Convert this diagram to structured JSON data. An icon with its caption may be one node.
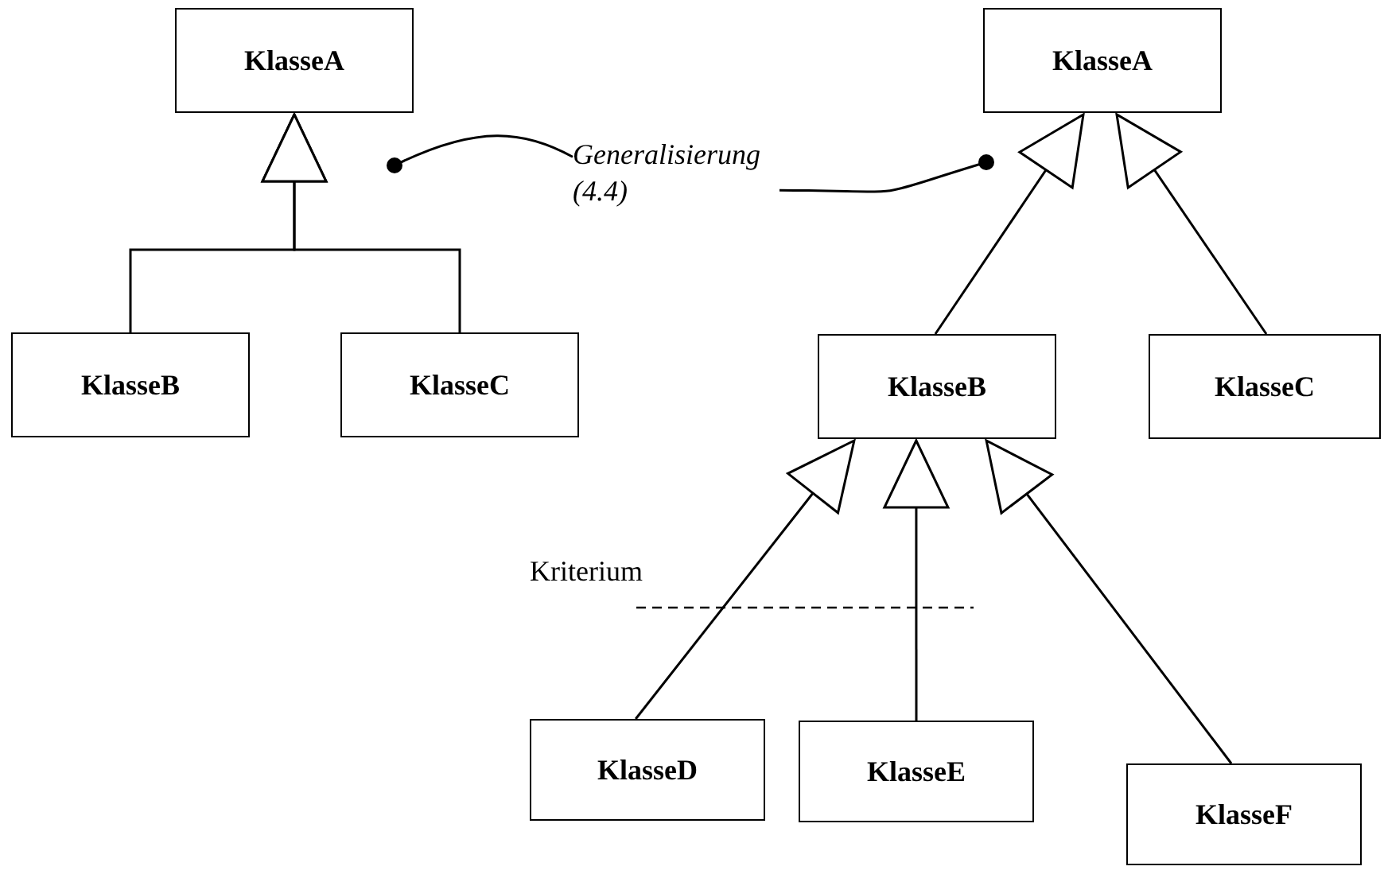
{
  "diagram": {
    "nodes": [
      {
        "text": [
          "KlasseA"
        ]
      },
      {
        "text": [
          "KlasseB"
        ]
      },
      {
        "text": [
          "KlasseC"
        ]
      },
      {
        "text": [
          "KlasseA"
        ]
      },
      {
        "text": [
          "KlasseB"
        ]
      },
      {
        "text": [
          "KlasseC"
        ]
      },
      {
        "text": [
          "KlasseD"
        ]
      },
      {
        "text": [
          "KlasseE"
        ]
      },
      {
        "text": [
          "KlasseF"
        ]
      },
      {
        "text": [
          "Generalisierung (4.4)"
        ]
      }
    ],
    "edges": [
      {
        "from": 1,
        "to": 0,
        "arrow": "to"
      },
      {
        "from": 2,
        "to": 0,
        "arrow": "to"
      },
      {
        "from": 4,
        "to": 3,
        "arrow": "to"
      },
      {
        "from": 5,
        "to": 3,
        "arrow": "to"
      },
      {
        "from": 6,
        "to": 4,
        "arrow": "to"
      },
      {
        "from": 7,
        "to": 4,
        "arrow": "to"
      },
      {
        "from": 8,
        "to": 4,
        "arrow": "to"
      },
      {
        "from": 9,
        "to": null,
        "arrow": "other"
      },
      {
        "from": 9,
        "to": null,
        "arrow": "other"
      }
    ],
    "labels": [
      "Kriterium"
    ]
  }
}
